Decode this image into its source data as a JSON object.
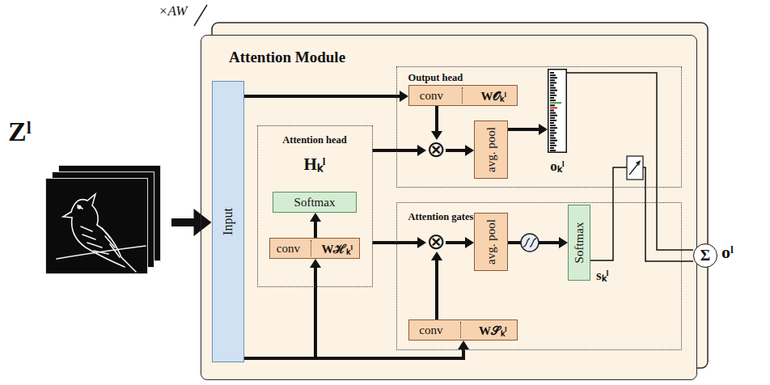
{
  "diagram": {
    "nodes": [
      {
        "text": [
          "Attention Module"
        ]
      },
      {
        "text": [
          "Input"
        ],
        "in": 0
      },
      {
        "text": [
          "Output head"
        ],
        "in": 0
      },
      {
        "text": [
          "conv",
          "W𝒪ₖˡ"
        ],
        "in": 2
      },
      {
        "text": [
          "⊗"
        ],
        "in": 2
      },
      {
        "text": [
          "avg. pool"
        ],
        "in": 2
      },
      {
        "text": [
          "oₖˡ"
        ],
        "in": 2
      },
      {
        "text": [
          "Attention head",
          "Hₖˡ"
        ],
        "in": 0
      },
      {
        "text": [
          "Softmax"
        ],
        "in": 7
      },
      {
        "text": [
          "conv",
          "Wℋₖˡ"
        ],
        "in": 7
      },
      {
        "text": [
          "Attention gates"
        ],
        "in": 0
      },
      {
        "text": [
          "⊗"
        ],
        "in": 10
      },
      {
        "text": [
          "avg. pool"
        ],
        "in": 10
      },
      {
        "text": [
          "Softmax"
        ],
        "in": 10
      },
      {
        "text": [
          "conv",
          "W𝒮ₖˡ"
        ],
        "in": 10
      },
      {
        "text": [
          "Zˡ"
        ]
      },
      {
        "text": [
          "Σ"
        ]
      }
    ],
    "edges": [
      {
        "from": 15,
        "to": 1,
        "arrow": "to"
      },
      {
        "from": 1,
        "to": 3,
        "arrow": "to"
      },
      {
        "from": 7,
        "to": 4,
        "arrow": "to"
      },
      {
        "from": 3,
        "to": 4,
        "arrow": "to"
      },
      {
        "from": 4,
        "to": 5,
        "arrow": "to"
      },
      {
        "from": 5,
        "to": 6,
        "arrow": "to"
      },
      {
        "from": 1,
        "to": 9,
        "arrow": "to"
      },
      {
        "from": 1,
        "to": 14,
        "arrow": "to"
      },
      {
        "from": 9,
        "to": 8,
        "arrow": "to"
      },
      {
        "from": 7,
        "to": 11,
        "arrow": "to"
      },
      {
        "from": 14,
        "to": 11,
        "arrow": "to"
      },
      {
        "from": 11,
        "to": 12,
        "arrow": "to"
      },
      {
        "from": 12,
        "to": 13,
        "arrow": "to"
      },
      {
        "from": 6,
        "to": 16,
        "arrow": "none"
      },
      {
        "from": 13,
        "to": 16,
        "arrow": "none"
      }
    ],
    "labels": [
      "×AW",
      "sₖˡ",
      "oˡ"
    ]
  }
}
